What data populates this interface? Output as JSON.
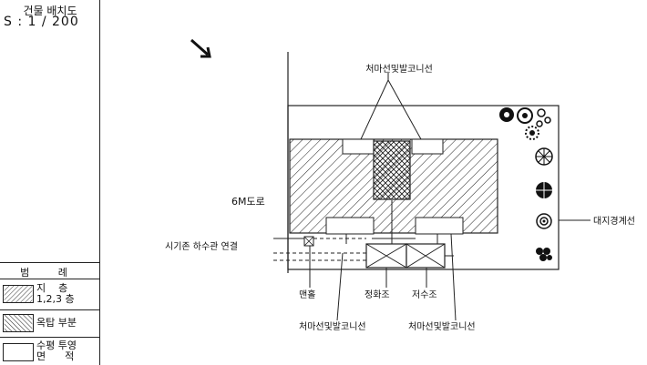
{
  "sidebar": {
    "title_line1": "건물 배치도",
    "title_line2": "S : 1 / 200",
    "legend_title": "범 례",
    "legend": [
      {
        "label": "지    층\n1,2,3 층"
      },
      {
        "label": "옥탑 부분"
      },
      {
        "label": "수평 투영\n면      적"
      }
    ]
  },
  "plan": {
    "north_arrow": "north-arrow-icon",
    "labels": {
      "eaves_top": "처마선및발코니선",
      "road": "6M도로",
      "sewer": "시기존 하수관 연결",
      "boundary": "대지경계선",
      "manhole": "맨홀",
      "septic": "정화조",
      "reservoir": "저수조",
      "eaves_bottom_left": "처마선및발코니선",
      "eaves_bottom_right": "처마선및발코니선"
    },
    "trees": [
      "tree-icon",
      "tree-icon",
      "tree-icon",
      "tree-icon",
      "tree-icon",
      "tree-icon",
      "tree-icon",
      "tree-icon"
    ]
  }
}
